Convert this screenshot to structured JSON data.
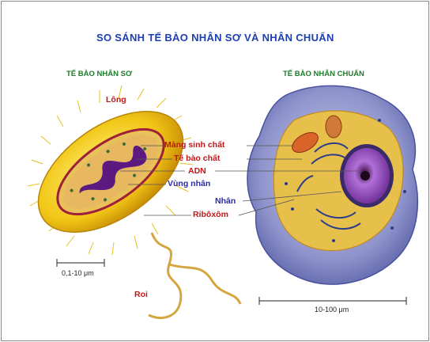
{
  "title": "SO SÁNH TẾ BÀO NHÂN SƠ VÀ NHÂN CHUẨN",
  "left_cell": {
    "heading": "TẾ BÀO NHÂN SƠ",
    "flagellum_hair_label": "Lông",
    "flagellum_label": "Roi",
    "scale_label": "0,1-10 μm"
  },
  "right_cell": {
    "heading": "TẾ BÀO NHÂN CHUẨN",
    "scale_label": "10-100 μm"
  },
  "labels": {
    "plasma_membrane": "Màng sinh chất",
    "cytoplasm": "Tế bào chất",
    "dna": "ADN",
    "nucleoid": "Vùng nhân",
    "nucleus": "Nhân",
    "ribosome": "Ribôxôm"
  },
  "colors": {
    "title": "#1d3fb0",
    "heading": "#1d7b2a",
    "label_red": "#c01818",
    "label_blue": "#2a2a9e"
  }
}
